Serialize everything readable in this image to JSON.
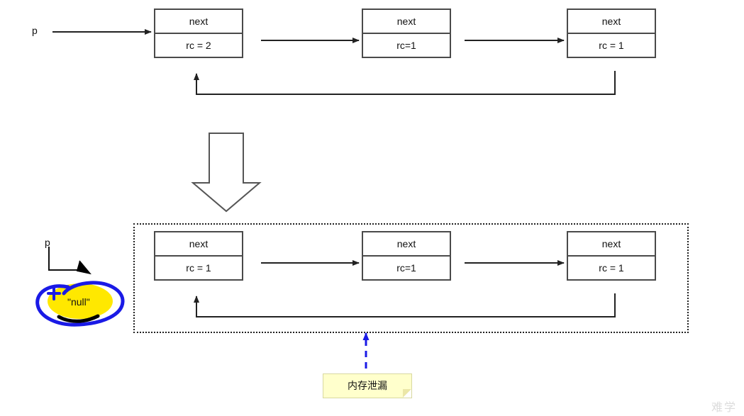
{
  "diagram": {
    "title": "reference counting memory leak diagram",
    "pointer_label_top": "p",
    "pointer_label_bottom": "p",
    "null_label": "\"null\"",
    "leak_note": "内存泄漏",
    "watermark": "难学",
    "colors": {
      "node_border": "#4a4a4a",
      "arrow": "#222222",
      "highlight_yellow": "#ffe800",
      "annotation_blue": "#1a1ae6",
      "note_bg": "#ffffcc",
      "dotted_border": "#222222"
    },
    "top_row": {
      "nodes": [
        {
          "next": "next",
          "rc": "rc = 2"
        },
        {
          "next": "next",
          "rc": "rc=1"
        },
        {
          "next": "next",
          "rc": "rc = 1"
        }
      ]
    },
    "bottom_row": {
      "nodes": [
        {
          "next": "next",
          "rc": "rc = 1"
        },
        {
          "next": "next",
          "rc": "rc=1"
        },
        {
          "next": "next",
          "rc": "rc = 1"
        }
      ]
    }
  }
}
